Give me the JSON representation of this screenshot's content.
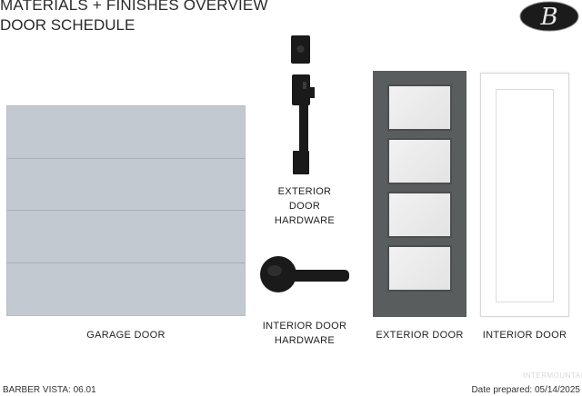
{
  "header": {
    "title": "MATERIALS + FINISHES OVERVIEW",
    "subtitle": "DOOR SCHEDULE",
    "logo_letter": "B"
  },
  "items": {
    "garage_door": "GARAGE DOOR",
    "exterior_hardware_line1": "EXTERIOR DOOR",
    "exterior_hardware_line2": "HARDWARE",
    "interior_hardware_line1": "INTERIOR DOOR",
    "interior_hardware_line2": "HARDWARE",
    "exterior_door": "EXTERIOR DOOR",
    "interior_door": "INTERIOR DOOR"
  },
  "footer": {
    "plan": "BARBER VISTA: 06.01",
    "date": "Date prepared: 05/14/2025",
    "watermark": "INTERMOUNTAIN"
  },
  "colors": {
    "garage": "#c3c9d0",
    "exterior_door": "#5a5d5e",
    "hardware": "#1a1a1a"
  }
}
